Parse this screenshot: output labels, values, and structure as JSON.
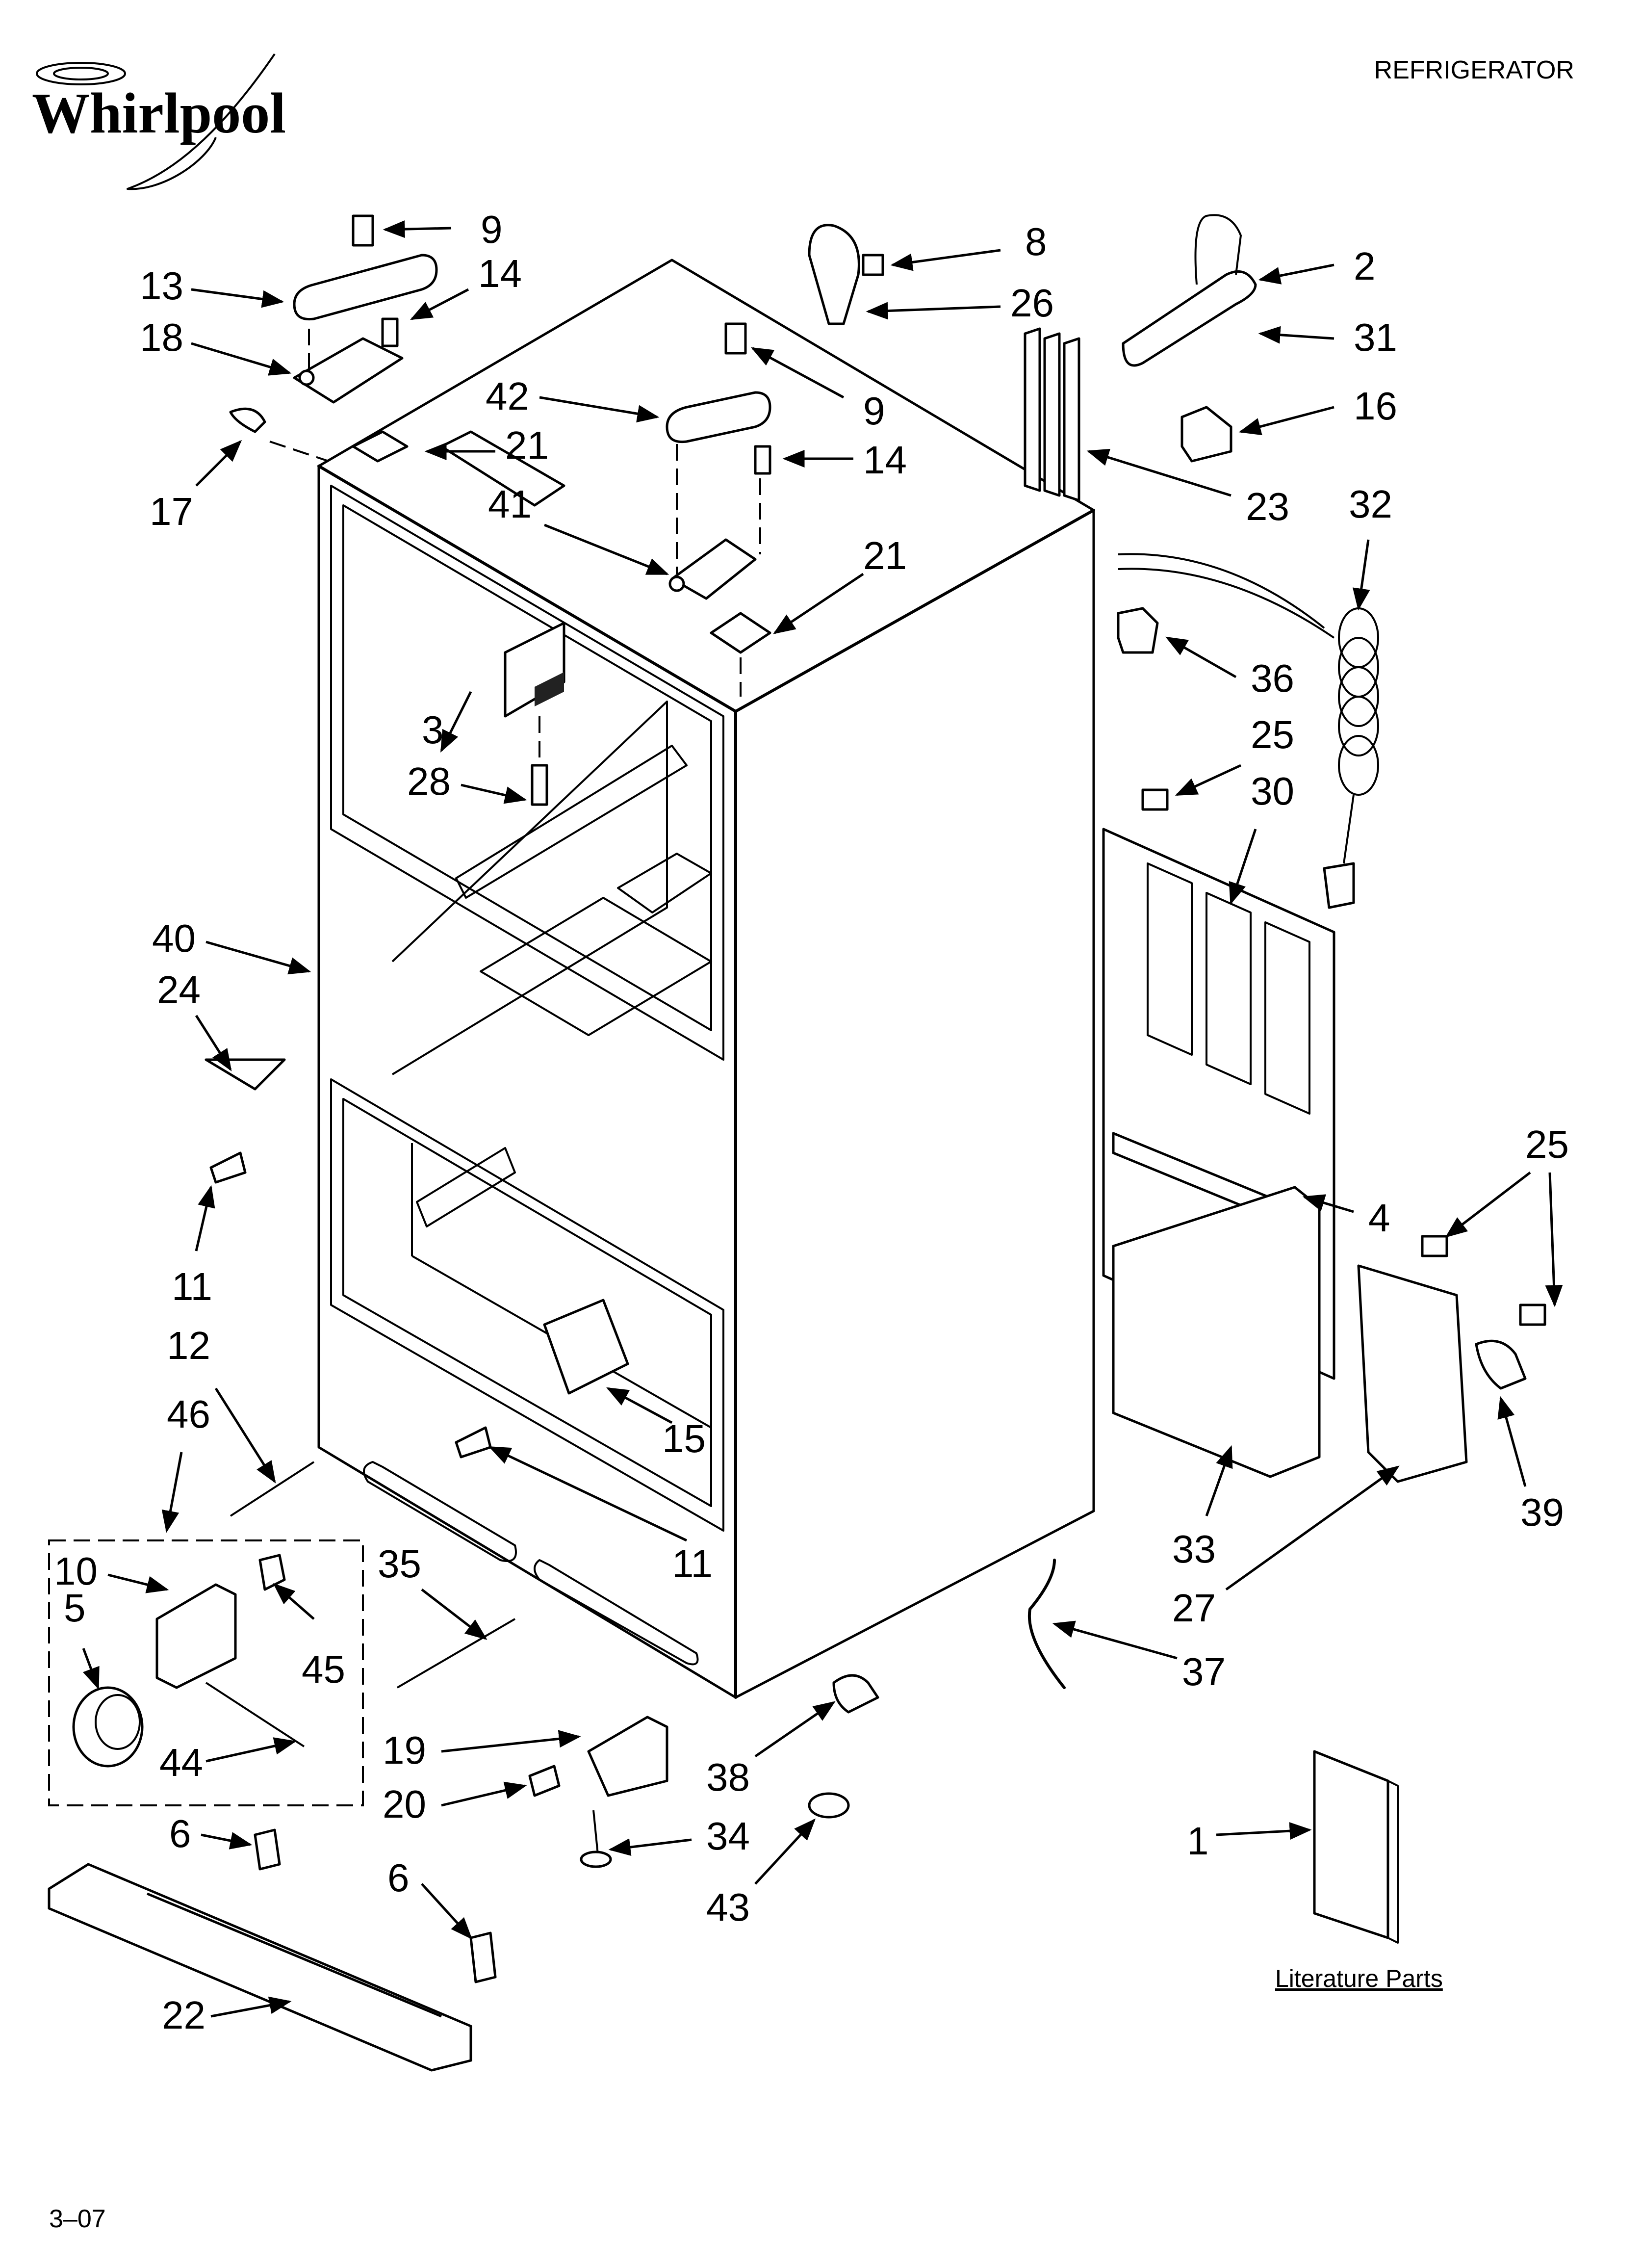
{
  "header": {
    "brand": "Whirlpool",
    "title": "REFRIGERATOR"
  },
  "footer": {
    "page_code": "3–07",
    "literature_label": "Literature Parts"
  },
  "callouts": [
    {
      "id": "c9a",
      "text": "9"
    },
    {
      "id": "c13",
      "text": "13"
    },
    {
      "id": "c14a",
      "text": "14"
    },
    {
      "id": "c18",
      "text": "18"
    },
    {
      "id": "c17",
      "text": "17"
    },
    {
      "id": "c21a",
      "text": "21"
    },
    {
      "id": "c42",
      "text": "42"
    },
    {
      "id": "c9b",
      "text": "9"
    },
    {
      "id": "c14b",
      "text": "14"
    },
    {
      "id": "c41",
      "text": "41"
    },
    {
      "id": "c21b",
      "text": "21"
    },
    {
      "id": "c8",
      "text": "8"
    },
    {
      "id": "c26",
      "text": "26"
    },
    {
      "id": "c2",
      "text": "2"
    },
    {
      "id": "c31",
      "text": "31"
    },
    {
      "id": "c16",
      "text": "16"
    },
    {
      "id": "c23",
      "text": "23"
    },
    {
      "id": "c32",
      "text": "32"
    },
    {
      "id": "c36",
      "text": "36"
    },
    {
      "id": "c3",
      "text": "3"
    },
    {
      "id": "c28",
      "text": "28"
    },
    {
      "id": "c25a",
      "text": "25"
    },
    {
      "id": "c30",
      "text": "30"
    },
    {
      "id": "c40",
      "text": "40"
    },
    {
      "id": "c24",
      "text": "24"
    },
    {
      "id": "c11a",
      "text": "11"
    },
    {
      "id": "c4",
      "text": "4"
    },
    {
      "id": "c25b",
      "text": "25"
    },
    {
      "id": "c12",
      "text": "12"
    },
    {
      "id": "c46",
      "text": "46"
    },
    {
      "id": "c15",
      "text": "15"
    },
    {
      "id": "c39",
      "text": "39"
    },
    {
      "id": "c10",
      "text": "10"
    },
    {
      "id": "c5",
      "text": "5"
    },
    {
      "id": "c45",
      "text": "45"
    },
    {
      "id": "c35",
      "text": "35"
    },
    {
      "id": "c11b",
      "text": "11"
    },
    {
      "id": "c33",
      "text": "33"
    },
    {
      "id": "c27",
      "text": "27"
    },
    {
      "id": "c37",
      "text": "37"
    },
    {
      "id": "c44",
      "text": "44"
    },
    {
      "id": "c19",
      "text": "19"
    },
    {
      "id": "c38",
      "text": "38"
    },
    {
      "id": "c20",
      "text": "20"
    },
    {
      "id": "c34",
      "text": "34"
    },
    {
      "id": "c43",
      "text": "43"
    },
    {
      "id": "c6a",
      "text": "6"
    },
    {
      "id": "c6b",
      "text": "6"
    },
    {
      "id": "c1",
      "text": "1"
    },
    {
      "id": "c22",
      "text": "22"
    }
  ]
}
